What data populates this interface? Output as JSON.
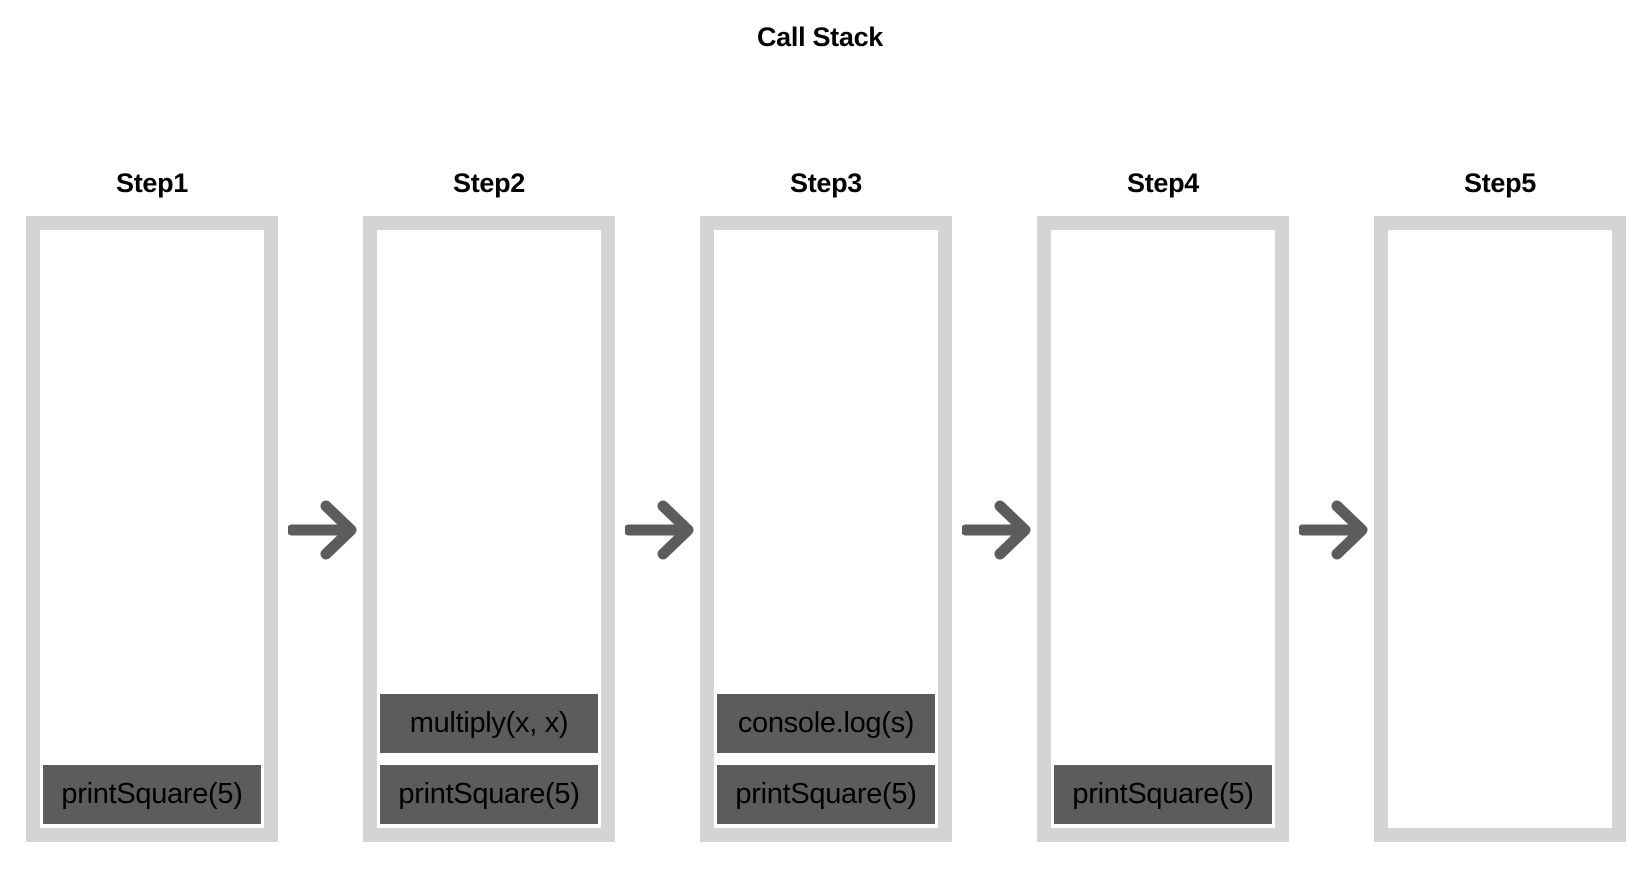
{
  "title": "Call Stack",
  "colors": {
    "stack_border": "#d4d4d4",
    "frame_fill": "#5c5c5c",
    "arrow": "#5c5c5c",
    "background": "#ffffff"
  },
  "steps": [
    {
      "label": "Step1",
      "frames": [
        "printSquare(5)"
      ]
    },
    {
      "label": "Step2",
      "frames": [
        "multiply(x, x)",
        "printSquare(5)"
      ]
    },
    {
      "label": "Step3",
      "frames": [
        "console.log(s)",
        "printSquare(5)"
      ]
    },
    {
      "label": "Step4",
      "frames": [
        "printSquare(5)"
      ]
    },
    {
      "label": "Step5",
      "frames": []
    }
  ],
  "connector_icon": "right-arrow-icon"
}
